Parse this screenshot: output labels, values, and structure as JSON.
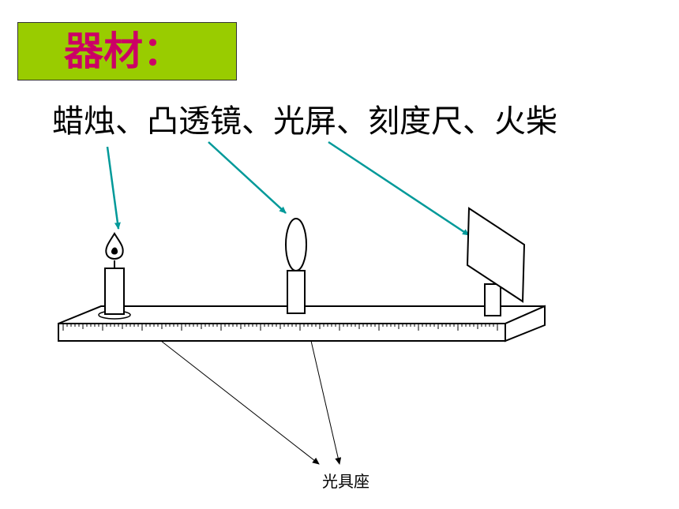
{
  "title": {
    "text": "器材："
  },
  "equipment": {
    "text": "蜡烛、凸透镜、光屏、刻度尺、火柴"
  },
  "bench": {
    "label": "光具座"
  },
  "colors": {
    "title_background": "#99cc00",
    "title_text": "#cc0066",
    "pointer_arrows": "#009999",
    "label_arrows": "#000000"
  }
}
